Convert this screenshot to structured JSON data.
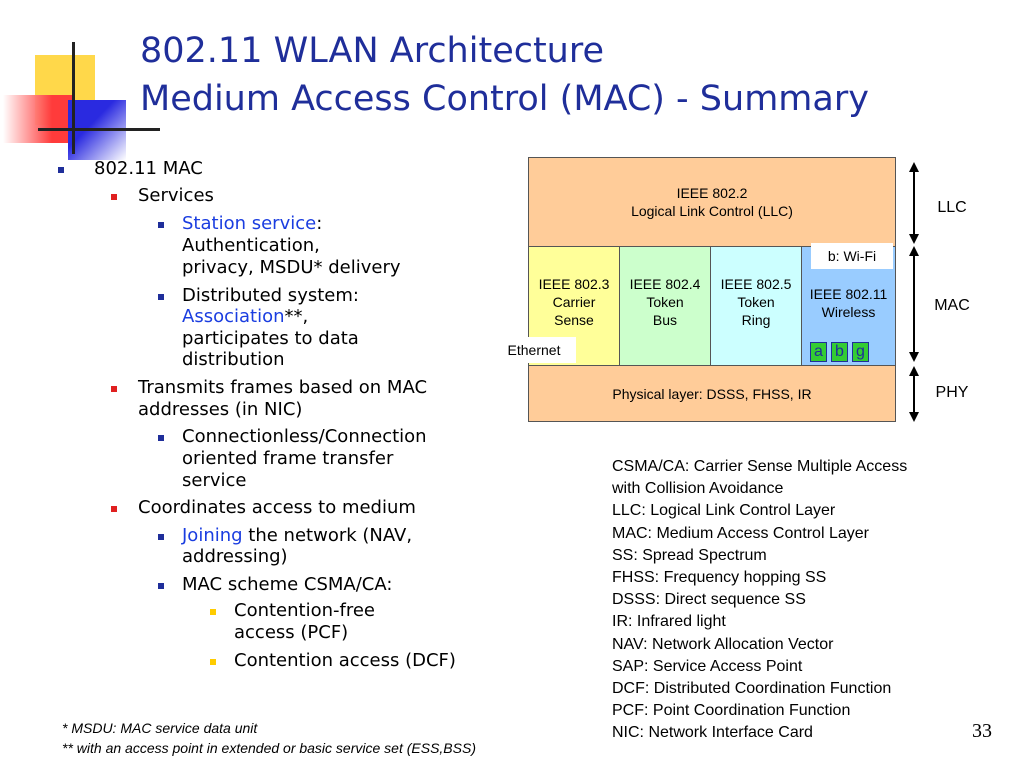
{
  "title": {
    "line1": "802.11 WLAN Architecture",
    "line2": "Medium Access Control (MAC) - Summary"
  },
  "bullets": {
    "l1": "802.11 MAC",
    "services": "Services",
    "station_service": "Station service",
    "station_colon": ":",
    "station_line2": "Authentication,",
    "station_line3": "privacy, MSDU* delivery",
    "dist_line1": "Distributed system:",
    "dist_assoc": "Association",
    "dist_assoc_suffix": "**,",
    "dist_line3": "participates to data",
    "dist_line4": "distribution",
    "transmit_line1": "Transmits frames based on MAC",
    "transmit_line2": "addresses (in NIC)",
    "conn_line1": "Connectionless/Connection",
    "conn_line2": "oriented frame transfer",
    "conn_line3": "service",
    "coord": "Coordinates access to medium",
    "joining": "Joining",
    "joining_rest": " the network (NAV,",
    "joining_line2": "addressing)",
    "mac_scheme": "MAC scheme CSMA/CA:",
    "cf_line1": "Contention-free",
    "cf_line2": "access (PCF)",
    "ca": "Contention access (DCF)"
  },
  "diagram": {
    "llc_line1": "IEEE 802.2",
    "llc_line2": "Logical Link Control (LLC)",
    "e3_line1": "IEEE 802.3",
    "e3_line2": "Carrier",
    "e3_line3": "Sense",
    "e4_line1": "IEEE 802.4",
    "e4_line2": "Token",
    "e4_line3": "Bus",
    "e5_line1": "IEEE 802.5",
    "e5_line2": "Token",
    "e5_line3": "Ring",
    "e11_line1": "IEEE 802.11",
    "e11_line2": "Wireless",
    "wifi_label": "b: Wi-Fi",
    "ethernet_label": "Ethernet",
    "variants": [
      "a",
      "b",
      "g"
    ],
    "phy": "Physical layer: DSSS, FHSS, IR",
    "side_llc": "LLC",
    "side_mac": "MAC",
    "side_phy": "PHY"
  },
  "definitions": [
    "CSMA/CA: Carrier Sense Multiple Access",
    "with Collision Avoidance",
    "LLC: Logical Link Control Layer",
    "MAC: Medium Access Control Layer",
    "SS: Spread Spectrum",
    "FHSS: Frequency hopping SS",
    "DSSS: Direct sequence SS",
    "IR: Infrared light",
    "NAV: Network Allocation Vector",
    "SAP: Service Access Point",
    "DCF: Distributed Coordination Function",
    "PCF: Point Coordination Function",
    "NIC: Network Interface Card"
  ],
  "footnotes": {
    "f1": "*   MSDU: MAC service data unit",
    "f2": "** with an access point in extended or basic service set (ESS,BSS)"
  },
  "page_number": "33",
  "colors": {
    "title": "#1f2e9a",
    "highlight": "#1a3de0",
    "llc_phy": "#ffcc99",
    "e3": "#ffff99",
    "e4": "#ccffcc",
    "e5": "#ccffff",
    "e11": "#99ccff",
    "variant_box": "#33cc33"
  },
  "icons": {
    "corner": "decorative-squares",
    "arrows": "double-headed-vertical-arrow"
  }
}
